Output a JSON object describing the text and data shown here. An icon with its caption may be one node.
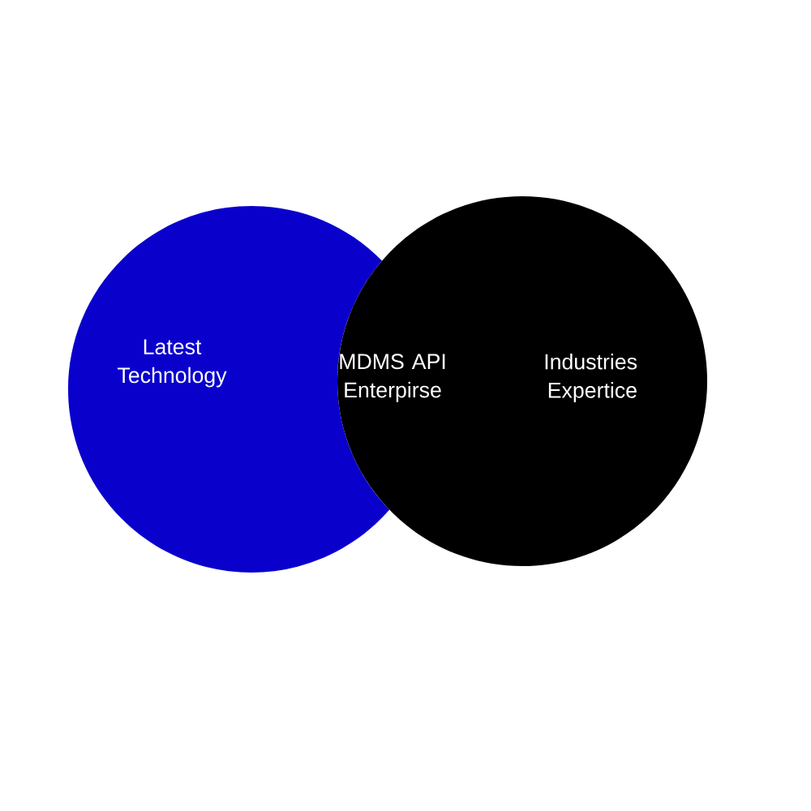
{
  "diagram": {
    "nodes": [
      {
        "text": [
          "Latest Technology"
        ]
      },
      {
        "text": [
          "Industries Expertice"
        ]
      }
    ],
    "labels": [
      "MDMS API Enterpirse"
    ]
  }
}
